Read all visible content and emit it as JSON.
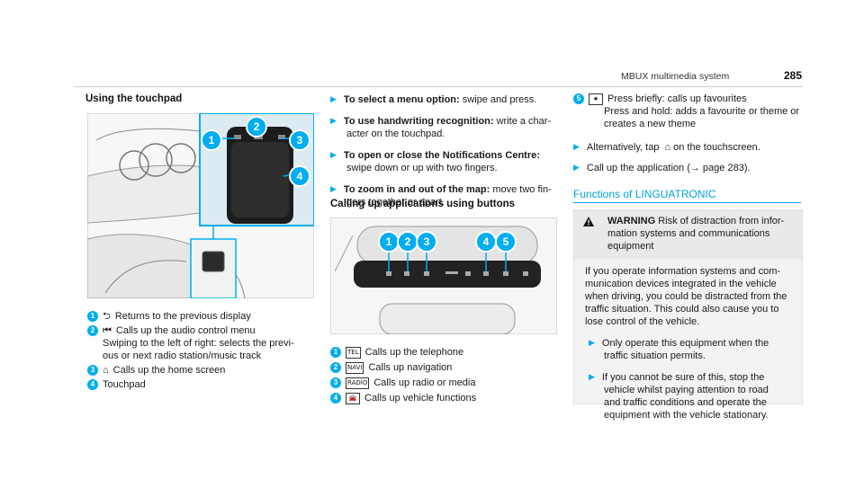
{
  "header": {
    "title": "MBUX multimedia system",
    "page_number": "285"
  },
  "col1": {
    "heading": "Using the touchpad",
    "legend": [
      {
        "num": "1",
        "icon": "back-arrow-icon",
        "glyph": "⮌",
        "text": "Returns to the previous display"
      },
      {
        "num": "2",
        "icon": "play-skip-icon",
        "glyph": "⏮",
        "text": "Calls up the audio control menu"
      },
      {
        "num": "",
        "text": "Swiping to the left of right: selects the previ-"
      },
      {
        "num": "",
        "text": "ous or next radio station/music track"
      },
      {
        "num": "3",
        "icon": "home-icon",
        "glyph": "⌂",
        "text": "Calls up the home screen"
      },
      {
        "num": "4",
        "text": "Touchpad"
      }
    ],
    "callouts": [
      "1",
      "2",
      "3",
      "4"
    ]
  },
  "col2": {
    "bullets": [
      {
        "bold": "To select a menu option:",
        "text": " swipe and press."
      },
      {
        "bold": "To use handwriting recognition:",
        "text": " write a char-",
        "cont": "acter on the touchpad."
      },
      {
        "bold": "To open or close the Notifications Centre:",
        "text": "",
        "cont": "swipe down or up with two fingers."
      },
      {
        "bold": "To zoom in and out of the map:",
        "text": " move two fin-",
        "cont": "gers together or apart."
      }
    ],
    "heading": "Calling up applications using buttons",
    "callouts": [
      "1",
      "2",
      "3",
      "4",
      "5"
    ],
    "legend": [
      {
        "num": "1",
        "icon": "tel-icon",
        "glyph": "TEL",
        "text": "Calls up the telephone"
      },
      {
        "num": "2",
        "icon": "nav-map-icon",
        "glyph": "NAVI",
        "text": "Calls up navigation"
      },
      {
        "num": "3",
        "icon": "radio-media-icon",
        "glyph": "RADIO",
        "text": "Calls up radio or media"
      },
      {
        "num": "4",
        "icon": "car-icon",
        "glyph": "🚘",
        "text": "Calls up vehicle functions"
      }
    ]
  },
  "col3": {
    "fav": {
      "num": "5",
      "icon": "star-icon",
      "glyph": "★",
      "line1": "Press briefly: calls up favourites",
      "line2": "Press and hold: adds a favourite or theme or",
      "line3": "creates a new theme"
    },
    "bullet1": {
      "text_a": "Alternatively, tap",
      "glyph": "⌂",
      "text_b": "on the touchscreen."
    },
    "bullet2": {
      "text": "Call up the application (→ page 283)."
    },
    "section_title": "Functions of LINGUATRONIC",
    "warning": {
      "label": "WARNING",
      "head1": "Risk of distraction from infor-",
      "head2": "mation systems and communications",
      "head3": "equipment",
      "body": [
        "If you operate information systems and com-",
        "munication devices integrated in the vehicle",
        "when driving, you could be distracted from the",
        "traffic situation. This could also cause you to",
        "lose control of the vehicle."
      ],
      "b1": [
        "Only operate this equipment when the",
        "traffic situation permits."
      ],
      "b2": [
        "If you cannot be sure of this, stop the",
        "vehicle whilst paying attention to road",
        "and traffic conditions and operate the",
        "equipment with the vehicle stationary."
      ]
    }
  },
  "colors": {
    "accent": "#00adef",
    "text": "#1a1a1a"
  }
}
